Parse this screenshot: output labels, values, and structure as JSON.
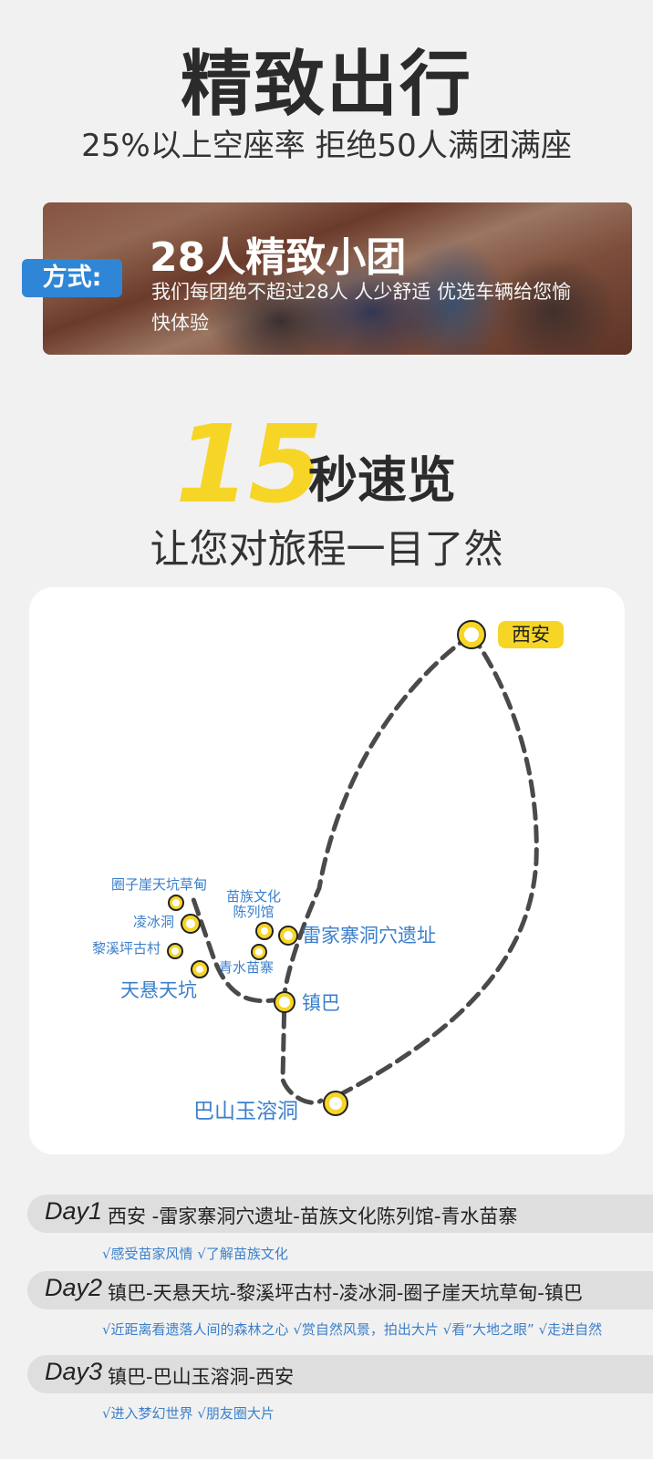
{
  "header": {
    "title": "精致出行",
    "subtitle": "25%以上空座率 拒绝50人满团满座"
  },
  "banner": {
    "badge": "方式:",
    "title": "28人精致小团",
    "description": "我们每团绝不超过28人  人少舒适  优选车辆给您愉快体验"
  },
  "overview": {
    "number": "15",
    "suffix": "秒速览",
    "subtitle": "让您对旅程一目了然"
  },
  "map": {
    "start_city": "西安",
    "labels": {
      "leijiazhai": "雷家寨洞穴遗址",
      "miaozu": "苗族文化陈列馆",
      "qingshui": "青水苗寨",
      "zhenba": "镇巴",
      "tianxuan": "天悬天坑",
      "lingbing": "凌冰洞",
      "quanziya": "圈子崖天坑草甸",
      "lixiping": "黎溪坪古村",
      "bashan": "巴山玉溶洞"
    }
  },
  "itinerary": [
    {
      "day": "Day1",
      "route": "西安 -雷家寨洞穴遗址-苗族文化陈列馆-青水苗寨",
      "tips": "√感受苗家风情  √了解苗族文化"
    },
    {
      "day": "Day2",
      "route": "镇巴-天悬天坑-黎溪坪古村-凌冰洞-圈子崖天坑草甸-镇巴",
      "tips": "√近距离看遗落人间的森林之心 √赏自然风景，拍出大片 √看“大地之眼” √走进自然"
    },
    {
      "day": "Day3",
      "route": "镇巴-巴山玉溶洞-西安",
      "tips": "√进入梦幻世界 √朋友圈大片"
    }
  ]
}
